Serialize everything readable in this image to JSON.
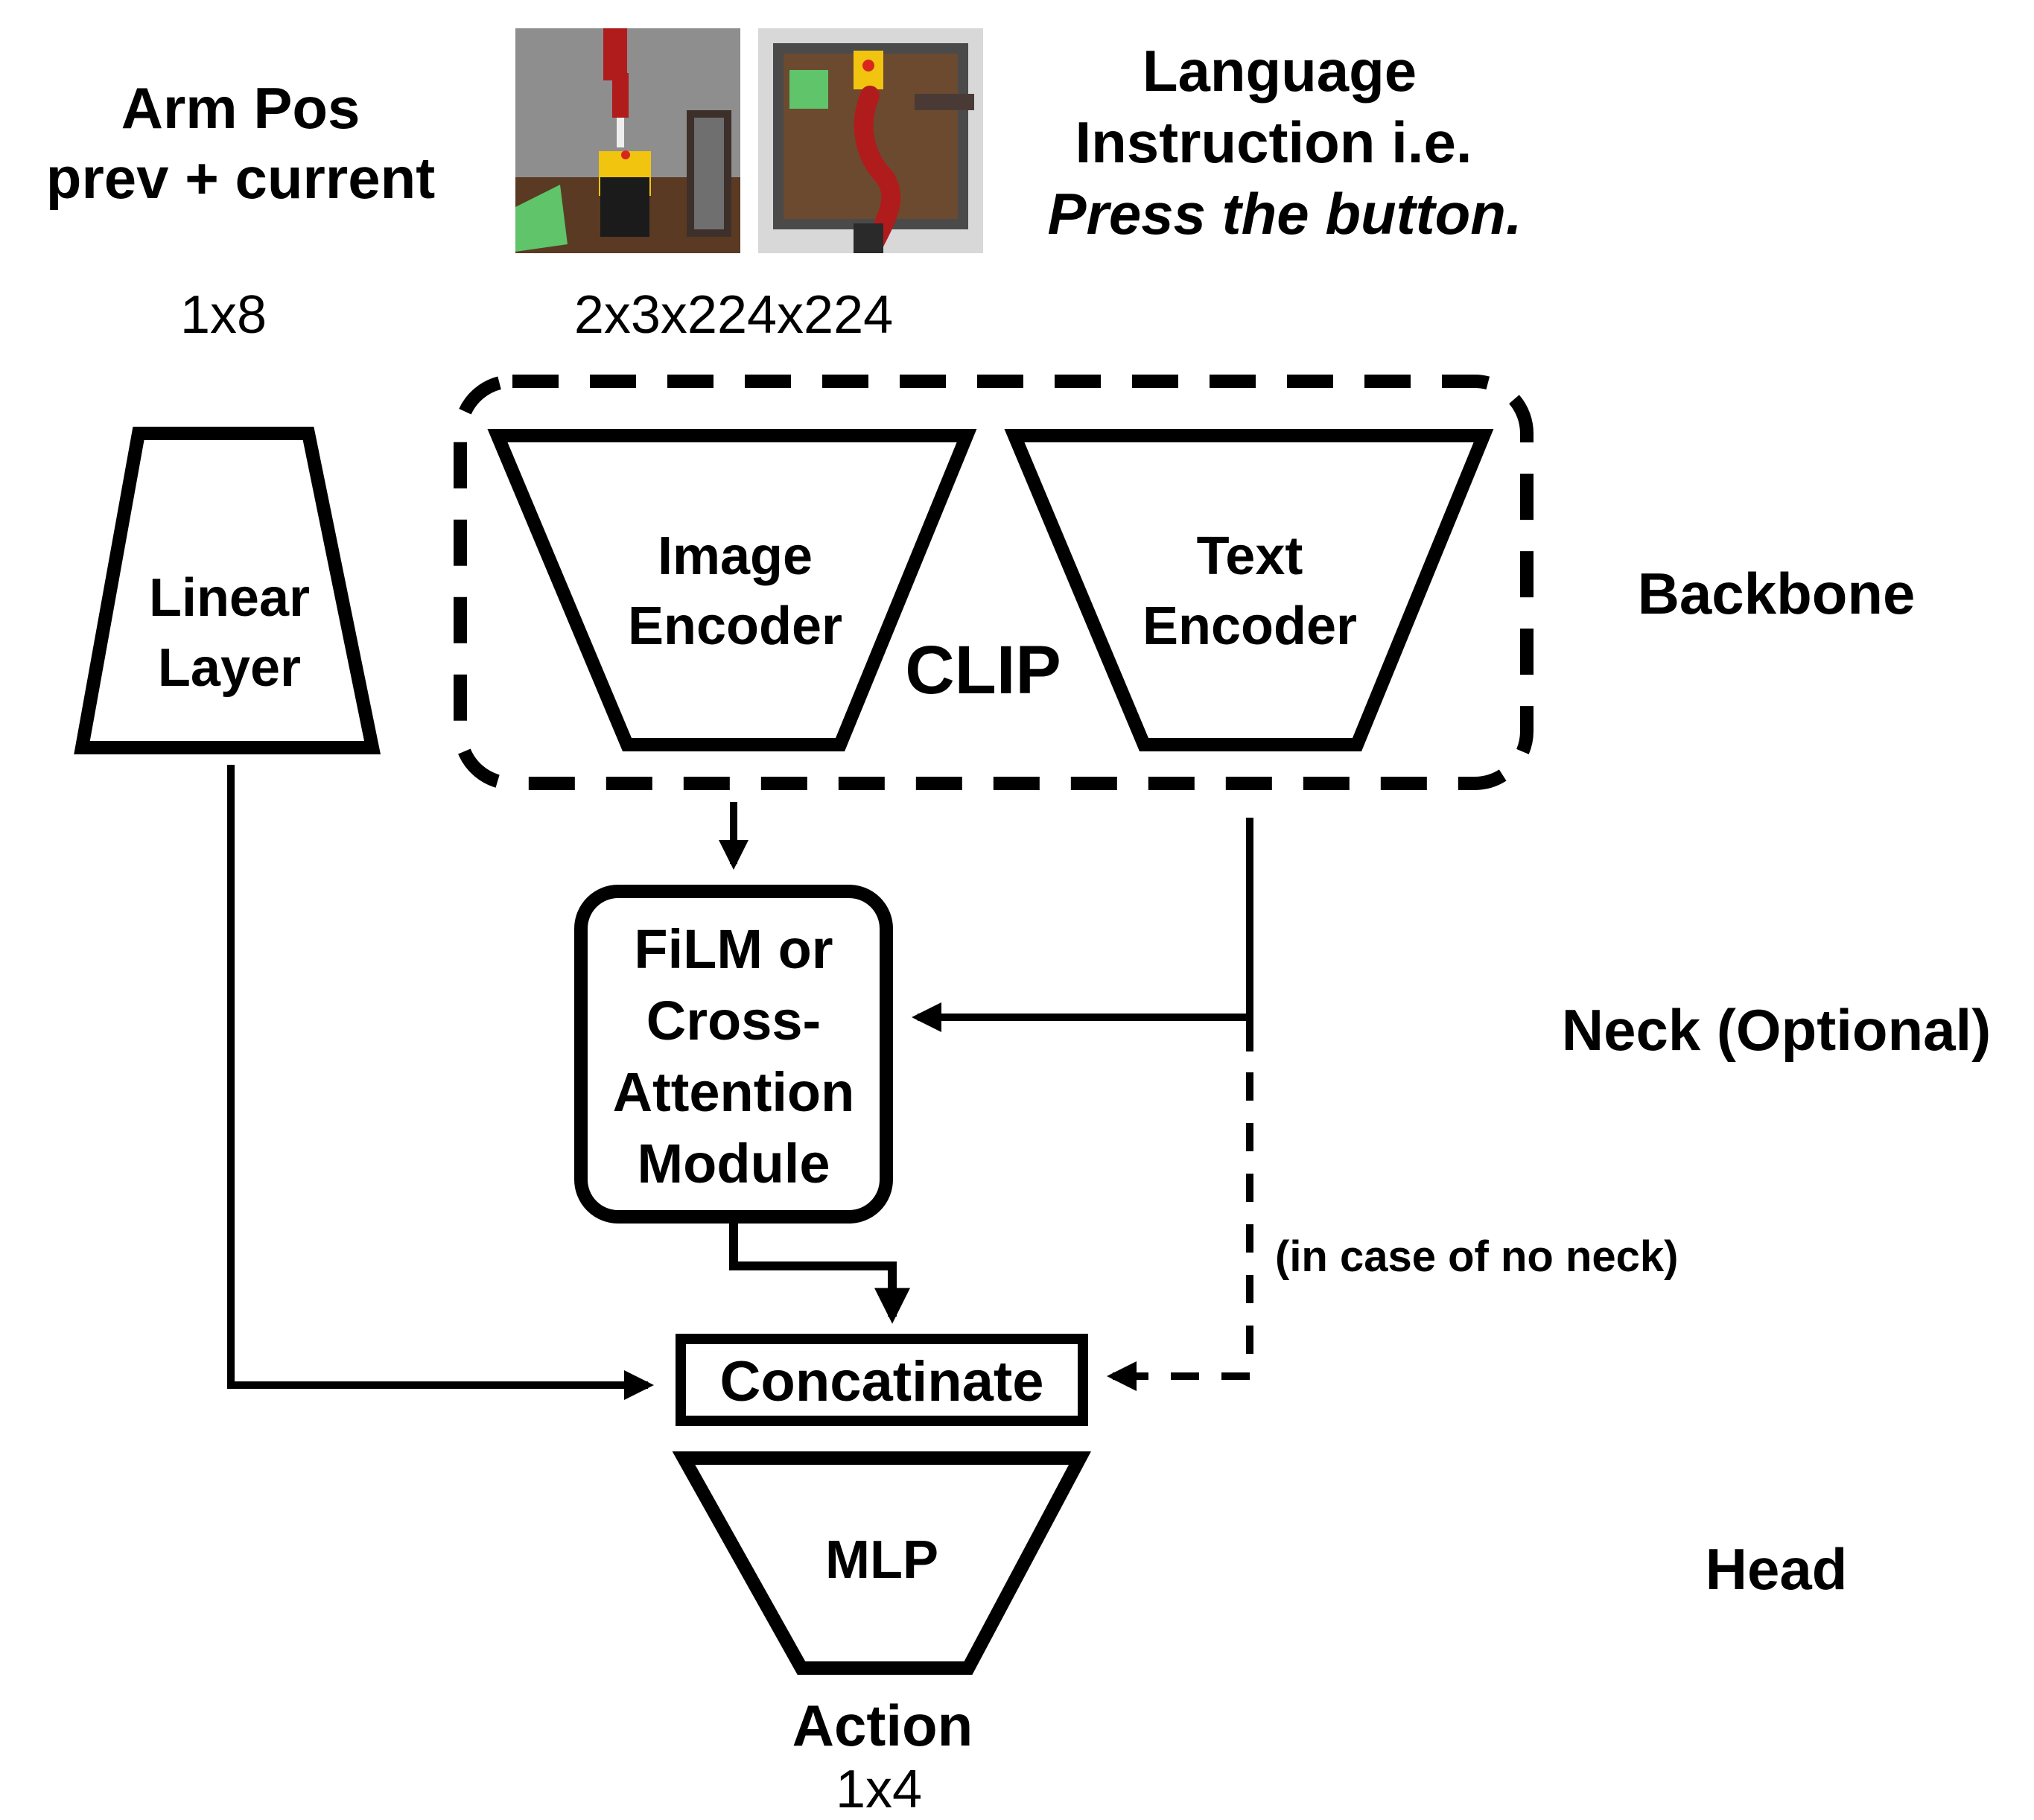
{
  "inputs": {
    "arm_pos": {
      "line1": "Arm Pos",
      "line2": "prev + current",
      "dim": "1x8"
    },
    "images": {
      "dim": "2x3x224x224",
      "front_view_icon": "robot-arm-front-view-image",
      "top_view_icon": "robot-arm-top-view-image"
    },
    "language": {
      "line1": "Language",
      "line2": "Instruction i.e.",
      "line3": "Press the button."
    }
  },
  "blocks": {
    "linear_layer": {
      "line1": "Linear",
      "line2": "Layer"
    },
    "image_encoder": {
      "line1": "Image",
      "line2": "Encoder"
    },
    "text_encoder": {
      "line1": "Text",
      "line2": "Encoder"
    },
    "clip": "CLIP",
    "neck_module": {
      "line1": "FiLM or",
      "line2": "Cross-",
      "line3": "Attention",
      "line4": "Module"
    },
    "concat": "Concatinate",
    "mlp": "MLP"
  },
  "output": {
    "label": "Action",
    "dim": "1x4"
  },
  "stages": {
    "backbone": "Backbone",
    "neck": "Neck (Optional)",
    "head": "Head"
  },
  "annotations": {
    "no_neck": "(in case of no neck)"
  },
  "colors": {
    "stroke": "#000000",
    "robot_red": "#b01c1c",
    "green_block": "#5fc46a",
    "table_wood": "#5a3a22",
    "button_yellow": "#f1c40f"
  }
}
